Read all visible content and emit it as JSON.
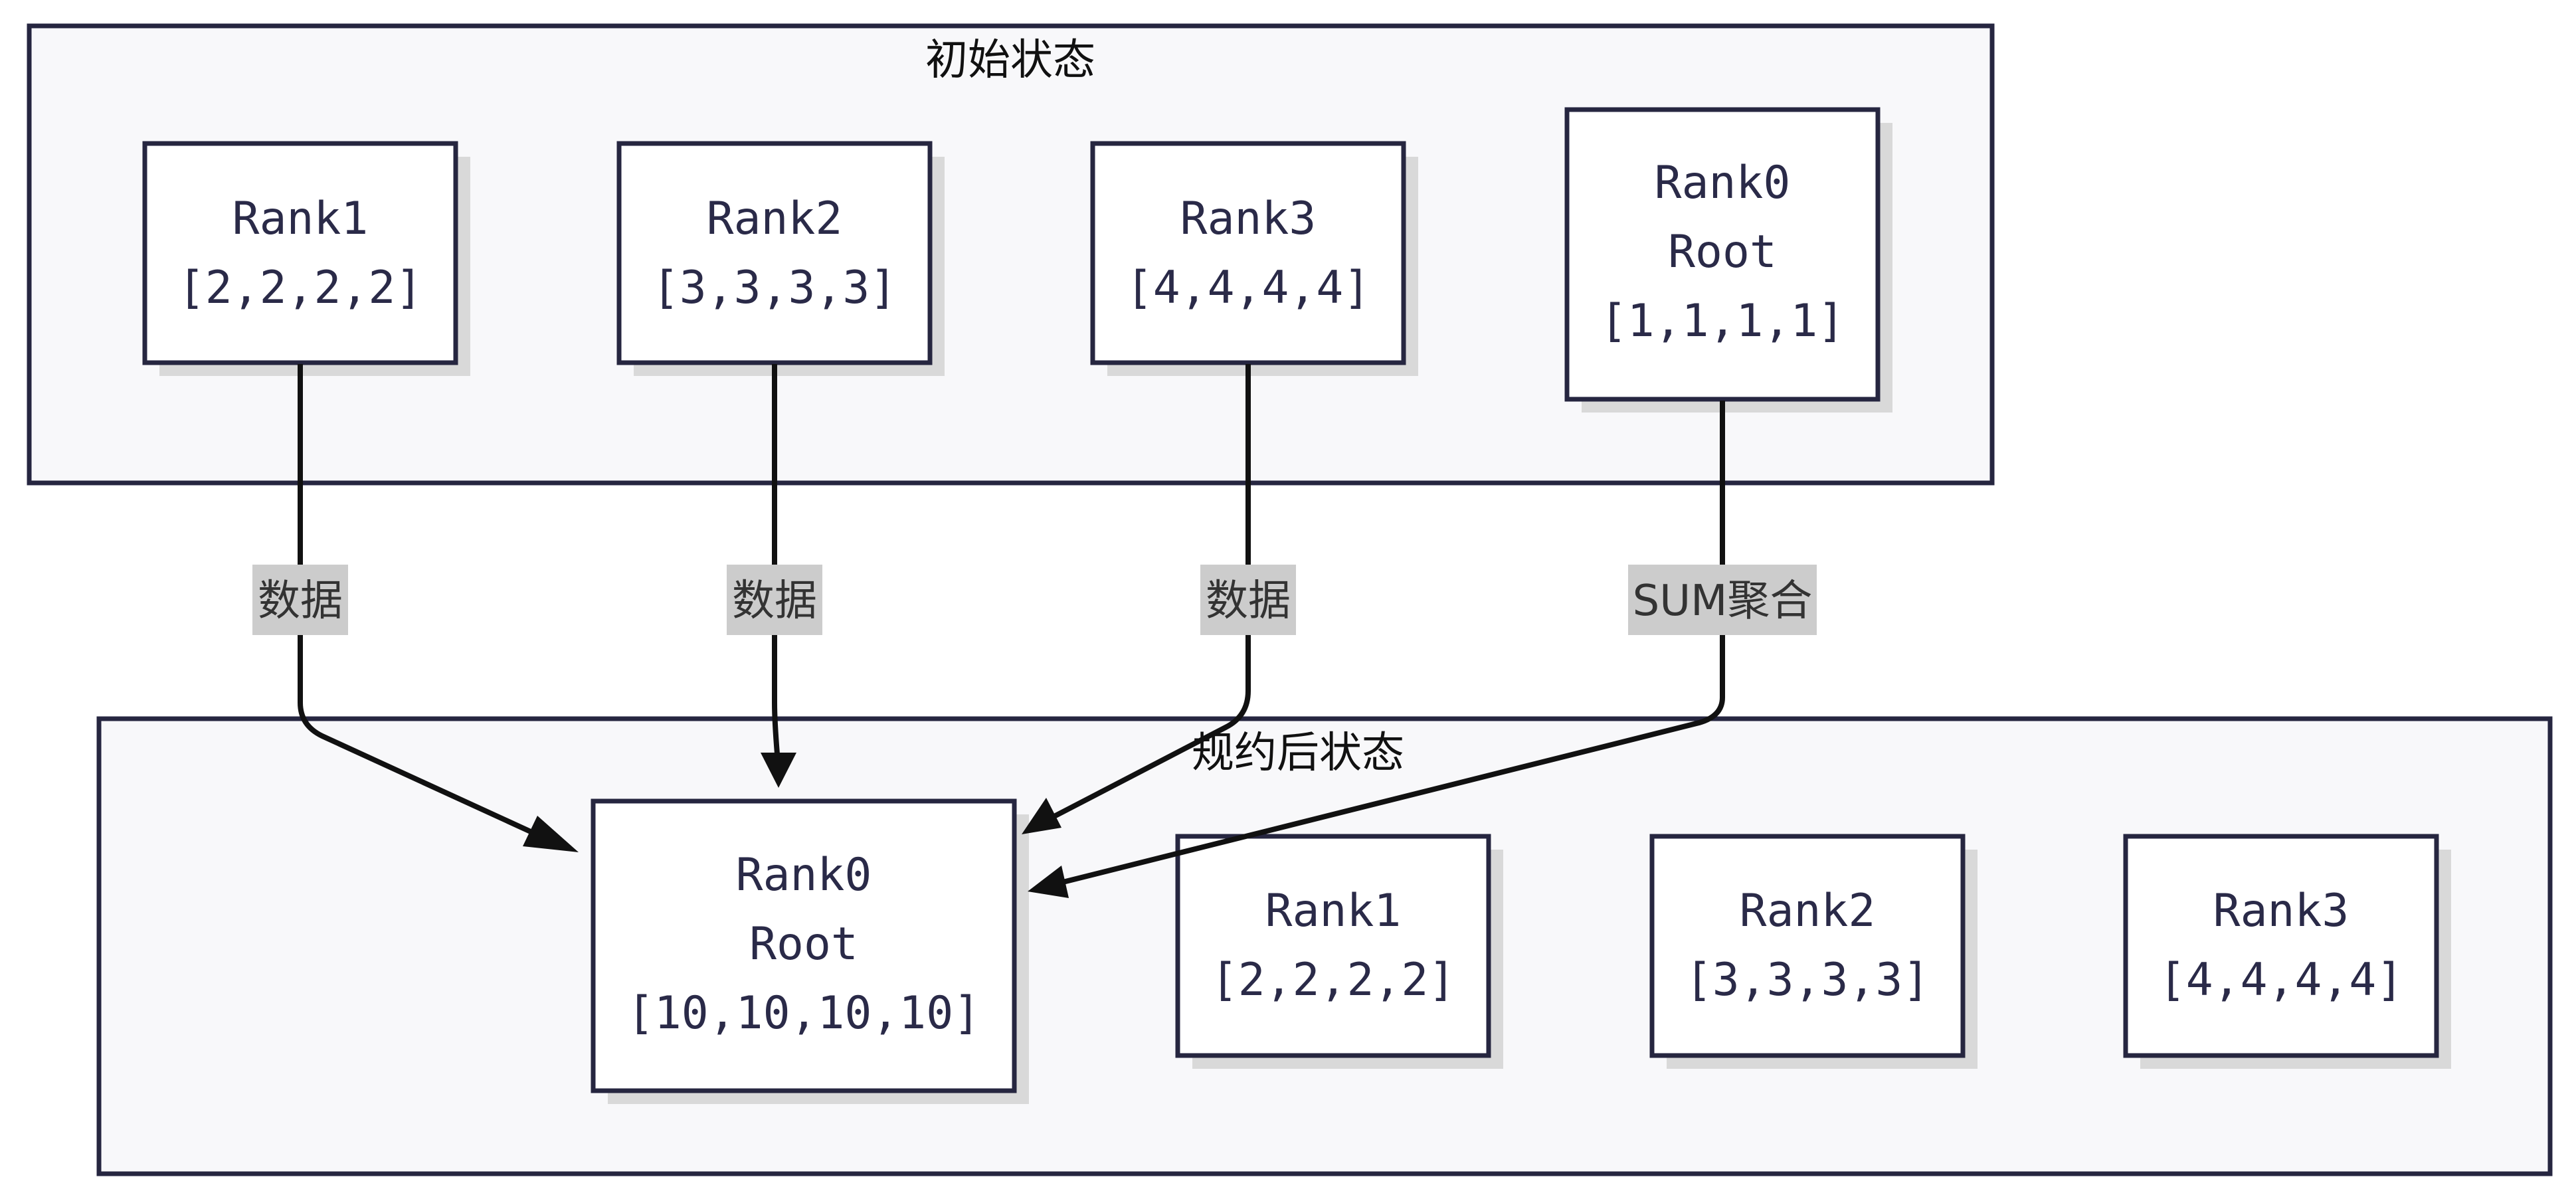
{
  "clusters": {
    "initial": {
      "title": "初始状态"
    },
    "reduced": {
      "title": "规约后状态"
    }
  },
  "nodes": {
    "init_rank1": {
      "lines": [
        "Rank1",
        "[2,2,2,2]"
      ]
    },
    "init_rank2": {
      "lines": [
        "Rank2",
        "[3,3,3,3]"
      ]
    },
    "init_rank3": {
      "lines": [
        "Rank3",
        "[4,4,4,4]"
      ]
    },
    "init_rank0": {
      "lines": [
        "Rank0",
        "Root",
        "[1,1,1,1]"
      ]
    },
    "red_rank0": {
      "lines": [
        "Rank0",
        "Root",
        "[10,10,10,10]"
      ]
    },
    "red_rank1": {
      "lines": [
        "Rank1",
        "[2,2,2,2]"
      ]
    },
    "red_rank2": {
      "lines": [
        "Rank2",
        "[3,3,3,3]"
      ]
    },
    "red_rank3": {
      "lines": [
        "Rank3",
        "[4,4,4,4]"
      ]
    }
  },
  "edges": {
    "e1": {
      "label": "数据"
    },
    "e2": {
      "label": "数据"
    },
    "e3": {
      "label": "数据"
    },
    "e4": {
      "label": "SUM聚合"
    }
  }
}
